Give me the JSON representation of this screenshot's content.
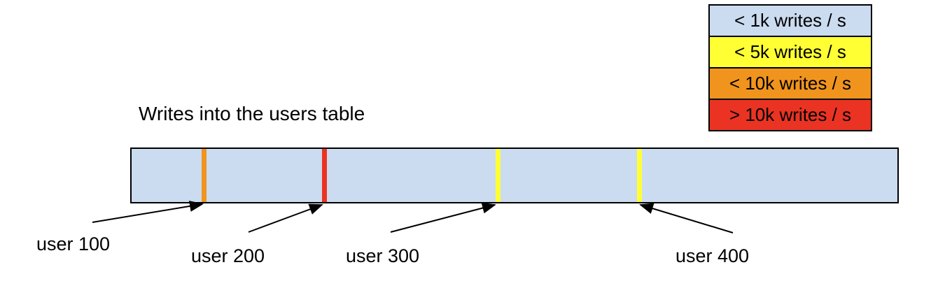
{
  "diagram": {
    "title": "Writes into the users table",
    "background_color": "#ffffff",
    "ink_color": "#000000"
  },
  "legend": {
    "items": [
      {
        "label": "< 1k writes / s",
        "color": "#cbdbf0"
      },
      {
        "label": "< 5k writes / s",
        "color": "#ffff33"
      },
      {
        "label": "< 10k writes / s",
        "color": "#f0941e"
      },
      {
        "label": "> 10k writes / s",
        "color": "#ea3323"
      }
    ]
  },
  "bar": {
    "fill_color": "#cbdbf0",
    "markers": [
      {
        "label": "user 100",
        "stripe_color": "#f0941e"
      },
      {
        "label": "user 200",
        "stripe_color": "#ea3323"
      },
      {
        "label": "user 300",
        "stripe_color": "#ffff33"
      },
      {
        "label": "user 400",
        "stripe_color": "#ffff33"
      }
    ]
  }
}
